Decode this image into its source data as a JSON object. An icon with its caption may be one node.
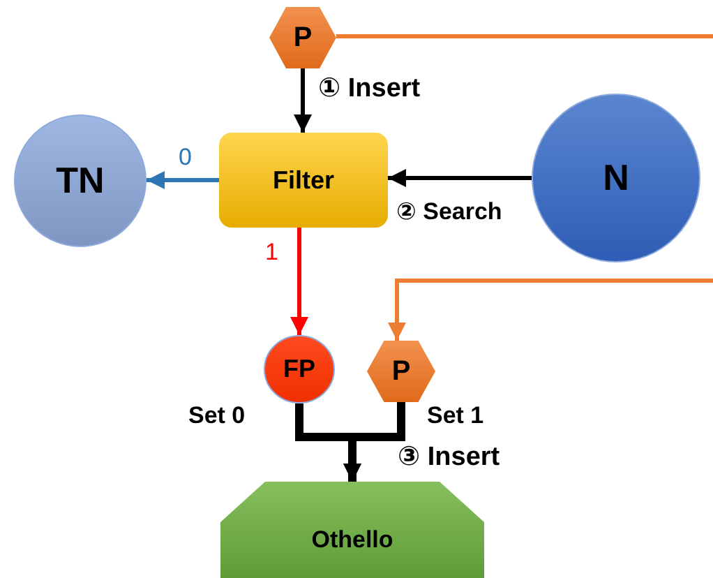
{
  "diagram": {
    "nodes": [
      {
        "text": [
          "P"
        ]
      },
      {
        "text": [
          "TN"
        ]
      },
      {
        "text": [
          "Filter"
        ]
      },
      {
        "text": [
          "N"
        ]
      },
      {
        "text": [
          "FP"
        ],
        "beside": [
          "Set 0"
        ]
      },
      {
        "text": [
          "P"
        ],
        "beside": [
          "Set 1"
        ]
      },
      {
        "text": [
          "Othello"
        ]
      }
    ],
    "edges": [
      {
        "from": 0,
        "to": 2,
        "arrow": "to",
        "label": "① Insert"
      },
      {
        "from": 2,
        "to": 1,
        "arrow": "to",
        "label": "0",
        "color": "#2e75b6"
      },
      {
        "from": 3,
        "to": 2,
        "arrow": "to",
        "label": "② Search"
      },
      {
        "from": 2,
        "to": 4,
        "arrow": "to",
        "label": "1",
        "color": "#ff0000"
      },
      {
        "from": 0,
        "to": null,
        "arrow": "none",
        "color": "#ed7d31"
      },
      {
        "from": null,
        "to": 5,
        "arrow": "to",
        "color": "#ed7d31"
      },
      {
        "from": 4,
        "to": 6,
        "arrow": "to",
        "style": "thick"
      },
      {
        "from": 5,
        "to": 6,
        "arrow": "to",
        "style": "thick",
        "label": "③ Insert"
      }
    ]
  }
}
